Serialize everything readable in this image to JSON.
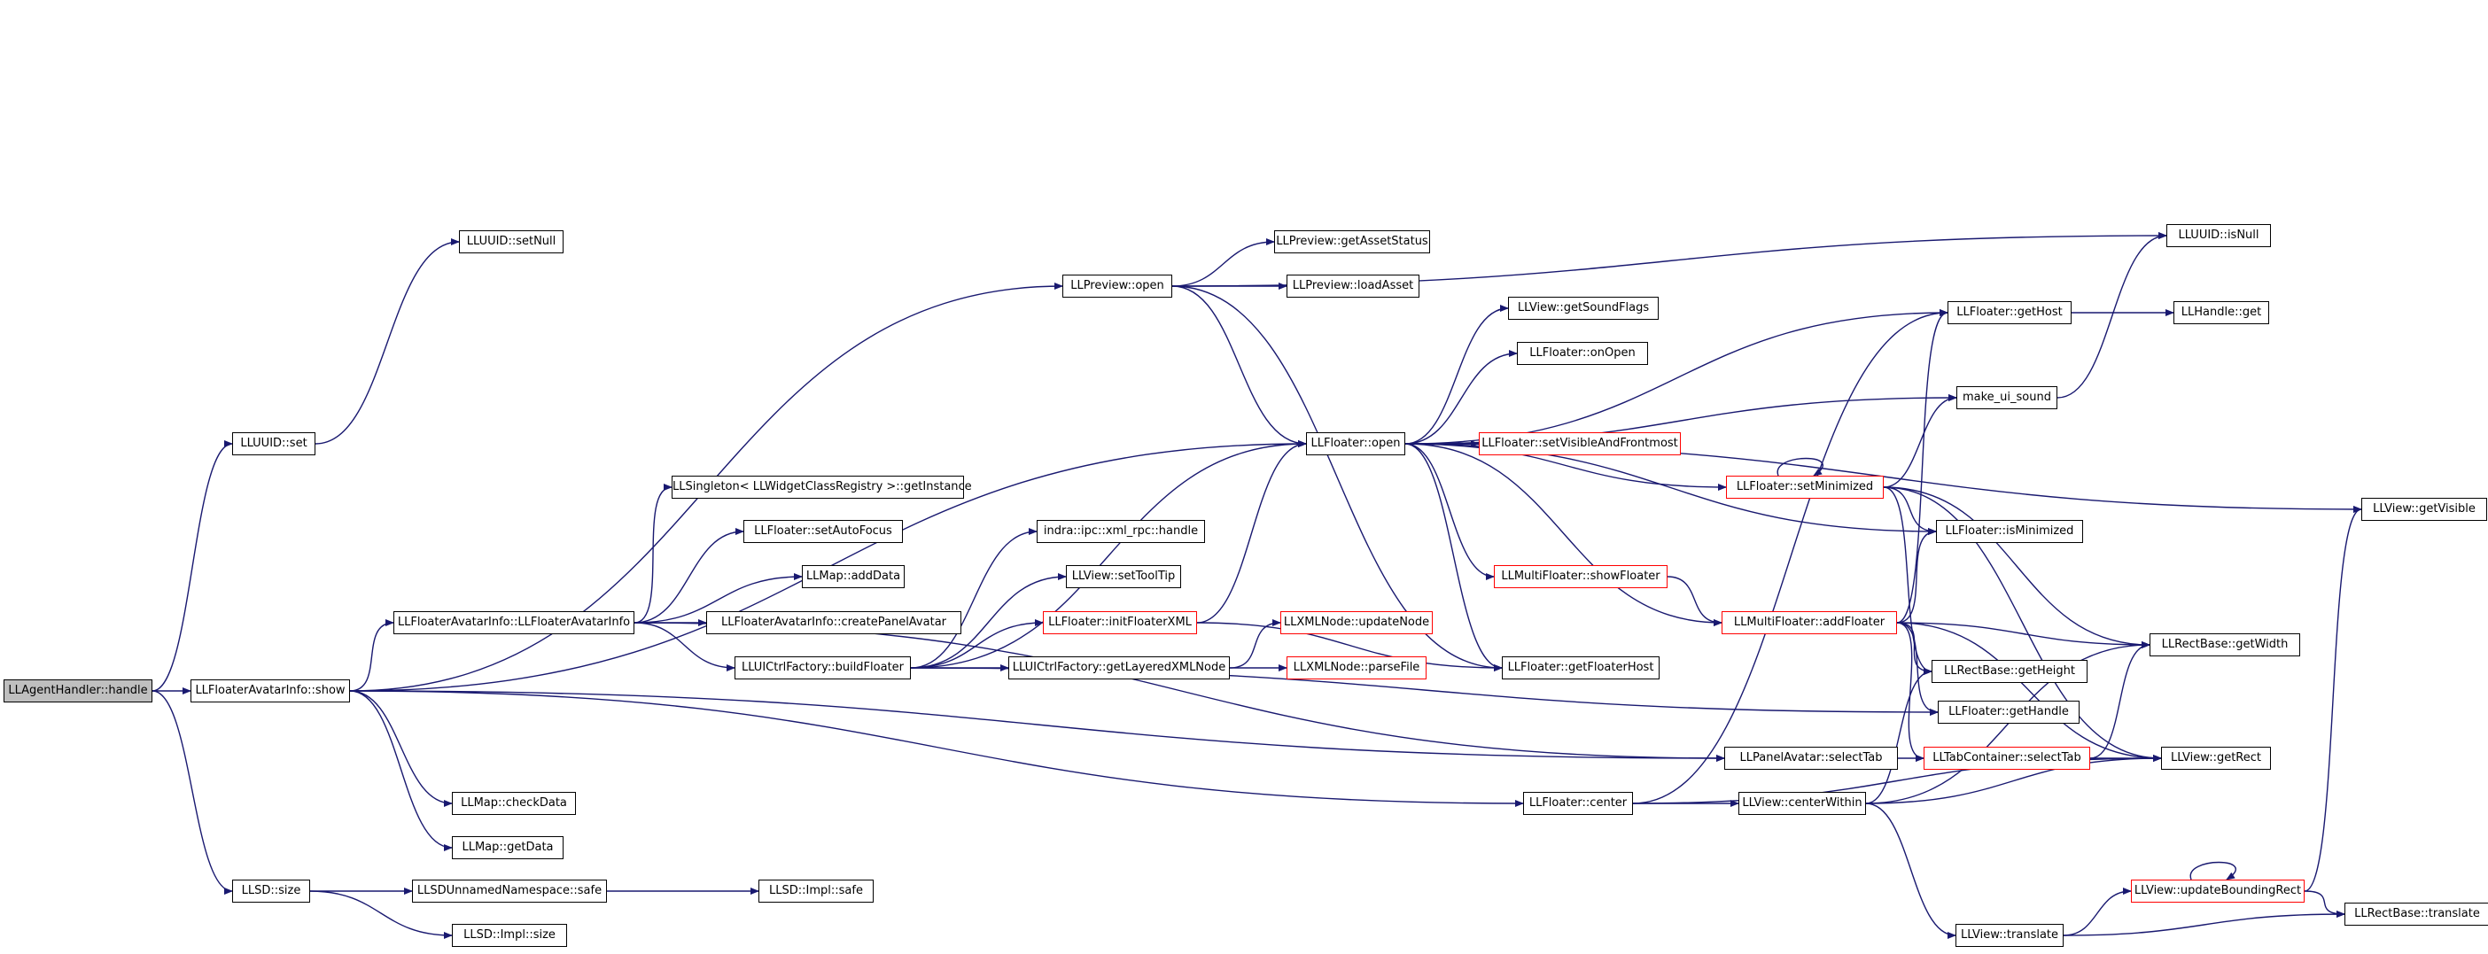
{
  "colors": {
    "edge": "#191970",
    "border": "#000000",
    "border_truncated": "#ff0000",
    "root_fill": "#bfbfbf"
  },
  "nodes": [
    {
      "id": "handle",
      "label": "LLAgentHandler::handle",
      "style": "root"
    },
    {
      "id": "show",
      "label": "LLFloaterAvatarInfo::show",
      "style": "normal"
    },
    {
      "id": "uuid_set",
      "label": "LLUUID::set",
      "style": "normal"
    },
    {
      "id": "llsd_size",
      "label": "LLSD::size",
      "style": "normal"
    },
    {
      "id": "uuid_setnull",
      "label": "LLUUID::setNull",
      "style": "normal"
    },
    {
      "id": "favinfo_ctor",
      "label": "LLFloaterAvatarInfo::LLFloaterAvatarInfo",
      "style": "normal"
    },
    {
      "id": "checkdata",
      "label": "LLMap::checkData",
      "style": "normal"
    },
    {
      "id": "getdata",
      "label": "LLMap::getData",
      "style": "normal"
    },
    {
      "id": "unnamed_safe",
      "label": "LLSDUnnamedNamespace::safe",
      "style": "normal"
    },
    {
      "id": "impl_size",
      "label": "LLSD::Impl::size",
      "style": "normal"
    },
    {
      "id": "singleton",
      "label": "LLSingleton< LLWidgetClassRegistry >::getInstance",
      "style": "normal"
    },
    {
      "id": "setautofocus",
      "label": "LLFloater::setAutoFocus",
      "style": "normal"
    },
    {
      "id": "adddata",
      "label": "LLMap::addData",
      "style": "normal"
    },
    {
      "id": "createpanel",
      "label": "LLFloaterAvatarInfo::createPanelAvatar",
      "style": "normal"
    },
    {
      "id": "buildfloater",
      "label": "LLUICtrlFactory::buildFloater",
      "style": "normal"
    },
    {
      "id": "impl_safe",
      "label": "LLSD::Impl::safe",
      "style": "normal"
    },
    {
      "id": "xmlrpc",
      "label": "indra::ipc::xml_rpc::handle",
      "style": "normal"
    },
    {
      "id": "settooltip",
      "label": "LLView::setToolTip",
      "style": "normal"
    },
    {
      "id": "initfloaterxml",
      "label": "LLFloater::initFloaterXML",
      "style": "truncated"
    },
    {
      "id": "getlayered",
      "label": "LLUICtrlFactory::getLayeredXMLNode",
      "style": "normal"
    },
    {
      "id": "preview_open",
      "label": "LLPreview::open",
      "style": "normal"
    },
    {
      "id": "getassetstatus",
      "label": "LLPreview::getAssetStatus",
      "style": "normal"
    },
    {
      "id": "loadasset",
      "label": "LLPreview::loadAsset",
      "style": "normal"
    },
    {
      "id": "updatenode",
      "label": "LLXMLNode::updateNode",
      "style": "truncated"
    },
    {
      "id": "parsefile",
      "label": "LLXMLNode::parseFile",
      "style": "truncated"
    },
    {
      "id": "floater_open",
      "label": "LLFloater::open",
      "style": "normal"
    },
    {
      "id": "getsoundflags",
      "label": "LLView::getSoundFlags",
      "style": "normal"
    },
    {
      "id": "onopen",
      "label": "LLFloater::onOpen",
      "style": "normal"
    },
    {
      "id": "setvisfront",
      "label": "LLFloater::setVisibleAndFrontmost",
      "style": "truncated"
    },
    {
      "id": "showfloater",
      "label": "LLMultiFloater::showFloater",
      "style": "truncated"
    },
    {
      "id": "getfloaterhost",
      "label": "LLFloater::getFloaterHost",
      "style": "normal"
    },
    {
      "id": "floater_center",
      "label": "LLFloater::center",
      "style": "normal"
    },
    {
      "id": "setminimized",
      "label": "LLFloater::setMinimized",
      "style": "truncated"
    },
    {
      "id": "addfloater",
      "label": "LLMultiFloater::addFloater",
      "style": "truncated"
    },
    {
      "id": "selecttab_panel",
      "label": "LLPanelAvatar::selectTab",
      "style": "normal"
    },
    {
      "id": "centerwithin",
      "label": "LLView::centerWithin",
      "style": "normal"
    },
    {
      "id": "gethost",
      "label": "LLFloater::getHost",
      "style": "normal"
    },
    {
      "id": "make_ui_sound",
      "label": "make_ui_sound",
      "style": "normal"
    },
    {
      "id": "isminimized",
      "label": "LLFloater::isMinimized",
      "style": "normal"
    },
    {
      "id": "getheight",
      "label": "LLRectBase::getHeight",
      "style": "normal"
    },
    {
      "id": "gethandle",
      "label": "LLFloater::getHandle",
      "style": "normal"
    },
    {
      "id": "tab_selecttab",
      "label": "LLTabContainer::selectTab",
      "style": "truncated"
    },
    {
      "id": "translate",
      "label": "LLView::translate",
      "style": "normal"
    },
    {
      "id": "updatebounding",
      "label": "LLView::updateBoundingRect",
      "style": "truncated"
    },
    {
      "id": "uuid_isnull",
      "label": "LLUUID::isNull",
      "style": "normal"
    },
    {
      "id": "llhandle_get",
      "label": "LLHandle::get",
      "style": "normal"
    },
    {
      "id": "getwidth",
      "label": "LLRectBase::getWidth",
      "style": "normal"
    },
    {
      "id": "getrect",
      "label": "LLView::getRect",
      "style": "normal"
    },
    {
      "id": "rect_translate",
      "label": "LLRectBase::translate",
      "style": "normal"
    },
    {
      "id": "getvisible",
      "label": "LLView::getVisible",
      "style": "normal"
    }
  ],
  "edges": [
    [
      "handle",
      "uuid_set"
    ],
    [
      "handle",
      "show"
    ],
    [
      "handle",
      "llsd_size"
    ],
    [
      "uuid_set",
      "uuid_setnull"
    ],
    [
      "show",
      "preview_open"
    ],
    [
      "show",
      "floater_open"
    ],
    [
      "show",
      "favinfo_ctor"
    ],
    [
      "show",
      "checkdata"
    ],
    [
      "show",
      "getdata"
    ],
    [
      "show",
      "selecttab_panel"
    ],
    [
      "show",
      "floater_center"
    ],
    [
      "llsd_size",
      "unnamed_safe"
    ],
    [
      "llsd_size",
      "impl_size"
    ],
    [
      "unnamed_safe",
      "impl_safe"
    ],
    [
      "favinfo_ctor",
      "singleton"
    ],
    [
      "favinfo_ctor",
      "setautofocus"
    ],
    [
      "favinfo_ctor",
      "adddata"
    ],
    [
      "favinfo_ctor",
      "createpanel"
    ],
    [
      "favinfo_ctor",
      "buildfloater"
    ],
    [
      "favinfo_ctor",
      "selecttab_panel"
    ],
    [
      "buildfloater",
      "xmlrpc"
    ],
    [
      "buildfloater",
      "settooltip"
    ],
    [
      "buildfloater",
      "initfloaterxml"
    ],
    [
      "buildfloater",
      "getlayered"
    ],
    [
      "buildfloater",
      "floater_open"
    ],
    [
      "buildfloater",
      "gethandle"
    ],
    [
      "initfloaterxml",
      "floater_open"
    ],
    [
      "initfloaterxml",
      "getfloaterhost"
    ],
    [
      "getlayered",
      "updatenode"
    ],
    [
      "getlayered",
      "parsefile"
    ],
    [
      "preview_open",
      "getassetstatus"
    ],
    [
      "preview_open",
      "loadasset"
    ],
    [
      "preview_open",
      "floater_open"
    ],
    [
      "preview_open",
      "uuid_isnull"
    ],
    [
      "preview_open",
      "getfloaterhost"
    ],
    [
      "floater_open",
      "getsoundflags"
    ],
    [
      "floater_open",
      "onopen"
    ],
    [
      "floater_open",
      "setvisfront"
    ],
    [
      "floater_open",
      "showfloater"
    ],
    [
      "floater_open",
      "getfloaterhost"
    ],
    [
      "floater_open",
      "gethost"
    ],
    [
      "floater_open",
      "getvisible"
    ],
    [
      "floater_open",
      "make_ui_sound"
    ],
    [
      "floater_open",
      "setminimized"
    ],
    [
      "floater_open",
      "isminimized"
    ],
    [
      "floater_open",
      "addfloater"
    ],
    [
      "showfloater",
      "addfloater"
    ],
    [
      "floater_center",
      "centerwithin"
    ],
    [
      "floater_center",
      "gethost"
    ],
    [
      "floater_center",
      "getrect"
    ],
    [
      "centerwithin",
      "getrect"
    ],
    [
      "centerwithin",
      "translate"
    ],
    [
      "centerwithin",
      "getheight"
    ],
    [
      "centerwithin",
      "getwidth"
    ],
    [
      "setminimized",
      "setminimized"
    ],
    [
      "setminimized",
      "make_ui_sound"
    ],
    [
      "setminimized",
      "isminimized"
    ],
    [
      "setminimized",
      "getheight"
    ],
    [
      "setminimized",
      "getwidth"
    ],
    [
      "setminimized",
      "getrect"
    ],
    [
      "addfloater",
      "gethost"
    ],
    [
      "addfloater",
      "isminimized"
    ],
    [
      "addfloater",
      "getheight"
    ],
    [
      "addfloater",
      "gethandle"
    ],
    [
      "addfloater",
      "tab_selecttab"
    ],
    [
      "addfloater",
      "getwidth"
    ],
    [
      "addfloater",
      "getrect"
    ],
    [
      "selecttab_panel",
      "tab_selecttab"
    ],
    [
      "tab_selecttab",
      "getwidth"
    ],
    [
      "tab_selecttab",
      "getrect"
    ],
    [
      "gethost",
      "llhandle_get"
    ],
    [
      "make_ui_sound",
      "uuid_isnull"
    ],
    [
      "translate",
      "updatebounding"
    ],
    [
      "translate",
      "rect_translate"
    ],
    [
      "updatebounding",
      "updatebounding"
    ],
    [
      "updatebounding",
      "rect_translate"
    ],
    [
      "updatebounding",
      "getvisible"
    ]
  ]
}
